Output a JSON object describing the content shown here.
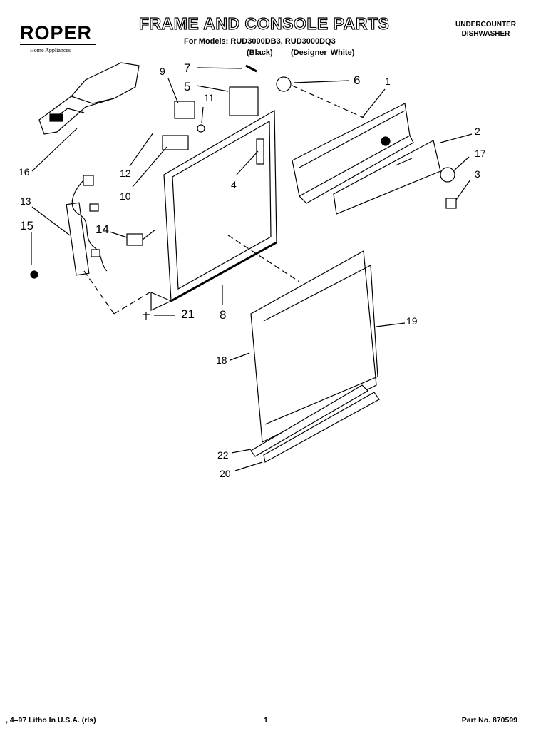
{
  "header": {
    "brand": "ROPER",
    "brand_sub": "Home Appliances",
    "title": "FRAME AND CONSOLE PARTS",
    "models_line": "For Models: RUD3000DB3, RUD3000DQ3",
    "colors_line": "(Black)     (Designer White)",
    "category_line1": "UNDERCOUNTER",
    "category_line2": "DISHWASHER"
  },
  "footer": {
    "print_info": ", 4–97 Litho In U.S.A. (rls)",
    "page": "1",
    "part_no": "Part No. 870599"
  },
  "callouts": [
    "1",
    "2",
    "3",
    "4",
    "5",
    "6",
    "7",
    "8",
    "9",
    "10",
    "11",
    "12",
    "13",
    "14",
    "15",
    "16",
    "17",
    "18",
    "19",
    "20",
    "21",
    "22"
  ]
}
